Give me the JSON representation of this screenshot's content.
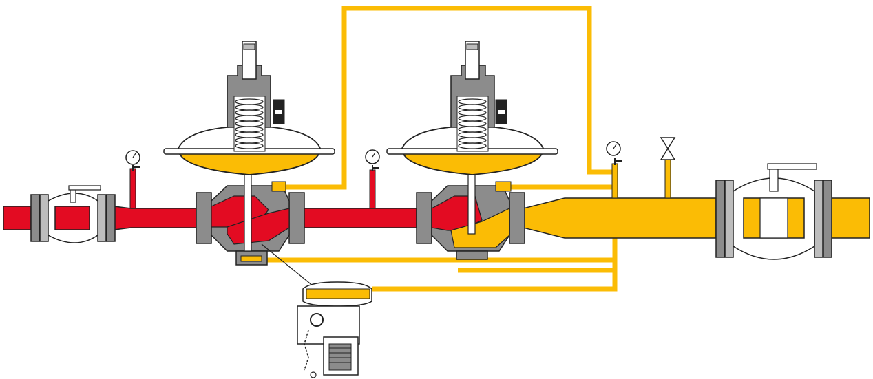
{
  "diagram": {
    "colors": {
      "upstream_pressure": "#e30b22",
      "downstream_pressure": "#fbbc05",
      "body_metal": "#8c8c8c",
      "body_dark": "#5a5a5a",
      "flange": "#bdbdbd",
      "outline": "#222222"
    },
    "components": [
      {
        "id": "inlet-ball-valve",
        "type": "ball-valve",
        "medium": "upstream"
      },
      {
        "id": "inlet-pressure-gauge",
        "type": "pressure-gauge",
        "medium": "upstream"
      },
      {
        "id": "first-regulator",
        "type": "spring-loaded-pressure-regulator",
        "medium": "upstream"
      },
      {
        "id": "intermediate-pressure-gauge",
        "type": "pressure-gauge",
        "medium": "upstream"
      },
      {
        "id": "second-regulator",
        "type": "spring-loaded-pressure-regulator",
        "medium": "mixed"
      },
      {
        "id": "outlet-pressure-gauge",
        "type": "pressure-gauge",
        "medium": "downstream"
      },
      {
        "id": "outlet-vent-valve",
        "type": "needle-valve",
        "medium": "downstream"
      },
      {
        "id": "outlet-ball-valve",
        "type": "ball-valve",
        "medium": "downstream"
      },
      {
        "id": "safety-shutoff-pilot",
        "type": "slam-shut-pilot",
        "medium": "downstream"
      }
    ],
    "icons": [
      "pressure-gauge-icon",
      "ball-valve-icon",
      "needle-valve-icon",
      "spring-icon",
      "diaphragm-icon"
    ]
  }
}
